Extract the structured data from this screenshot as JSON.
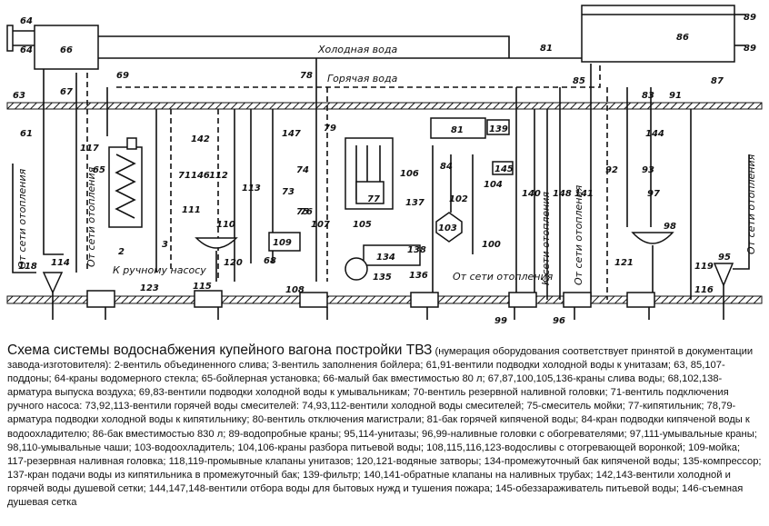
{
  "diagram": {
    "labels": {
      "cold_water": "Холодная вода",
      "hot_water": "Горячая вода",
      "to_manual_pump": "К ручному насосу",
      "from_heating_1": "От сети отопления",
      "from_heating_2": "От сети отопления",
      "from_heating_3": "От сети отопления",
      "from_heating_4": "От сети отопления",
      "to_heating_1": "К сети отопления",
      "from_heating_5": "От сети отопления"
    },
    "numbers": {
      "n64a": "64",
      "n64b": "64",
      "n66": "66",
      "n63": "63",
      "n67": "67",
      "n69": "69",
      "n61": "61",
      "n117": "117",
      "n65": "65",
      "n71": "71",
      "n3": "3",
      "n2": "2",
      "n118": "118",
      "n114": "114",
      "n142": "142",
      "n146": "146",
      "n112": "112",
      "n111": "111",
      "n110": "110",
      "n120": "120",
      "n115": "115",
      "n123": "123",
      "n78": "78",
      "n147": "147",
      "n79": "79",
      "n74": "74",
      "n73": "73",
      "n75": "75",
      "n113": "113",
      "n68": "68",
      "n109": "109",
      "n108": "108",
      "n77": "77",
      "n107": "107",
      "n105": "105",
      "n106": "106",
      "n137": "137",
      "n81": "81",
      "n139": "139",
      "n84": "84",
      "n102": "102",
      "n145": "145",
      "n104": "104",
      "n103": "103",
      "n134": "134",
      "n136": "136",
      "n135": "135",
      "n138": "138",
      "n100": "100",
      "n140": "140",
      "n148": "148",
      "n141": "141",
      "n81b": "81",
      "n86": "86",
      "n85": "85",
      "n83": "83",
      "n91": "91",
      "n89a": "89",
      "n89b": "89",
      "n87": "87",
      "n144": "144",
      "n92": "92",
      "n93": "93",
      "n97": "97",
      "n98": "98",
      "n121": "121",
      "n119": "119",
      "n95": "95",
      "n116": "116",
      "n99": "99",
      "n96": "96",
      "n76": "76"
    }
  },
  "caption": {
    "title": "Схема системы водоснабжения купейного вагона постройки ТВЗ",
    "note": "(нумерация оборудования соответствует принятой в документации завода-изготовителя):",
    "body": "2-вентиль объединенного слива; 3-вентиль заполнения бойлера; 61,91-вентили подводки холодной воды к унитазам; 63, 85,107-поддоны; 64-краны водомерного стекла; 65-бойлерная установка; 66-малый бак вместимостью 80 л; 67,87,100,105,136-краны слива воды; 68,102,138-арматура выпуска воздуха; 69,83-вентили подводки холодной воды к умывальникам; 70-вентиль резервной наливной головки; 71-вентиль подключения ручного насоса: 73,92,113-вентили горячей воды смесителей: 74,93,112-вентили холодной воды смесителей; 75-смеситель мойки; 77-кипятильник; 78,79-арматура подводки холодной воды к кипятильнику; 80-вентиль отключения магистрали; 81-бак горячей кипяченой воды; 84-кран подводки кипяченой воды к водоохладителю; 86-бак вместимостью 830 л; 89-водопробные краны; 95,114-унитазы; 96,99-наливные головки с обогревателями; 97,111-умывальные краны; 98,110-умывальные чаши; 103-водоохладитель; 104,106-краны разбора питьевой воды; 108,115,116,123-водосливы с отогревающей воронкой; 109-мойка; 117-резервная наливная головка; 118,119-промывные клапаны унитазов; 120,121-водяные затворы; 134-промежуточный бак кипяченой воды; 135-компрессор; 137-кран подачи воды из кипятильника в промежуточный бак; 139-фильтр; 140,141-обратные клапаны на наливных трубах; 142,143-вентили холодной и горячей воды душевой сетки; 144,147,148-вентили отбора воды для бытовых нужд и тушения пожара; 145-обеззараживатель питьевой воды; 146-съемная душевая сетка"
  }
}
